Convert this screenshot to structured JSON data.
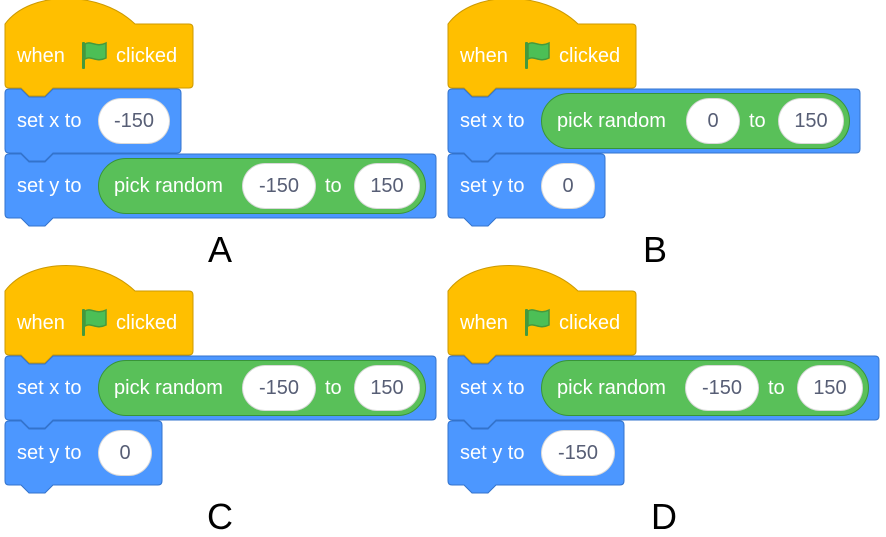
{
  "colors": {
    "event": "#ffbf00",
    "event_border": "#cc9900",
    "motion": "#4c97ff",
    "motion_border": "#3373cc",
    "operator": "#59c059",
    "operator_border": "#389438",
    "field_text": "#575e75",
    "flag": "#4cbf56"
  },
  "hat_block": {
    "when": "when",
    "clicked": "clicked",
    "icon": "green-flag-icon"
  },
  "options": [
    {
      "label": "A",
      "set_x": {
        "text": "set x to",
        "value": "-150"
      },
      "set_y": {
        "text": "set y to",
        "random": {
          "text": "pick random",
          "from": "-150",
          "to_word": "to",
          "to": "150"
        }
      }
    },
    {
      "label": "B",
      "set_x": {
        "text": "set x to",
        "random": {
          "text": "pick random",
          "from": "0",
          "to_word": "to",
          "to": "150"
        }
      },
      "set_y": {
        "text": "set y to",
        "value": "0"
      }
    },
    {
      "label": "C",
      "set_x": {
        "text": "set x to",
        "random": {
          "text": "pick random",
          "from": "-150",
          "to_word": "to",
          "to": "150"
        }
      },
      "set_y": {
        "text": "set y to",
        "value": "0"
      }
    },
    {
      "label": "D",
      "set_x": {
        "text": "set x to",
        "random": {
          "text": "pick random",
          "from": "-150",
          "to_word": "to",
          "to": "150"
        }
      },
      "set_y": {
        "text": "set y to",
        "value": "-150"
      }
    }
  ]
}
